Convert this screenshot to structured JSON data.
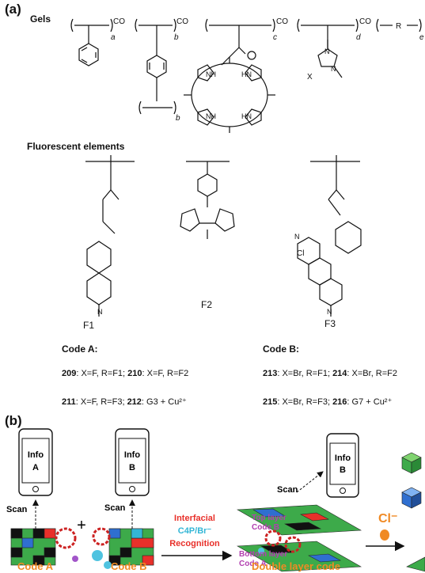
{
  "panel_a": {
    "label": "(a)",
    "gels_heading": "Gels",
    "fluorescent_heading": "Fluorescent elements",
    "subscripts": [
      "a",
      "b",
      "c",
      "d",
      "e",
      "b"
    ],
    "co_label": "CO",
    "r_label": "R",
    "x_label": "X",
    "nh_label": "NH",
    "hn_label": "HN",
    "n_label": "N",
    "f1_label": "F1",
    "f2_label": "F2",
    "f3_label": "F3",
    "cl_label": "Cl",
    "code_a": {
      "title": "Code A:",
      "line1": [
        {
          "id": "209",
          "text": ": X=F, R=F1;"
        },
        {
          "id": "210",
          "text": ": X=F, R=F2"
        }
      ],
      "line2": [
        {
          "id": "211",
          "text": ": X=F, R=F3;"
        },
        {
          "id": "212",
          "text": ": G3 + Cu²⁺"
        }
      ]
    },
    "code_b": {
      "title": "Code B:",
      "line1": [
        {
          "id": "213",
          "text": ": X=Br, R=F1;"
        },
        {
          "id": "214",
          "text": ": X=Br, R=F2"
        }
      ],
      "line2": [
        {
          "id": "215",
          "text": ": X=Br, R=F3;"
        },
        {
          "id": "216",
          "text": ": G7 + Cu²⁺"
        }
      ]
    }
  },
  "panel_b": {
    "label": "(b)",
    "phone_a": {
      "line1": "Info",
      "line2": "A"
    },
    "phone_b": {
      "line1": "Info",
      "line2": "B"
    },
    "phone_c": {
      "line1": "Info",
      "line2": "B"
    },
    "scan": "Scan",
    "plus": "+",
    "interfacial": "Interfacial",
    "recognition_pair": "C4P/Br⁻",
    "recognition": "Recognition",
    "top_layer": "Top layer",
    "top_code": "Code B",
    "bottom_layer": "Bottom layer",
    "bottom_code": "Code A",
    "cl_ion": "Cl⁻",
    "code_a_caption": "Code A",
    "code_b_caption": "Code B",
    "double_caption": "Double layer code",
    "colors": {
      "orange": "#f08a24",
      "red": "#e8302a",
      "cyan": "#33b6d6",
      "violet": "#b23fb0",
      "green": "#3daa4a",
      "blue": "#2f6fd0"
    }
  }
}
